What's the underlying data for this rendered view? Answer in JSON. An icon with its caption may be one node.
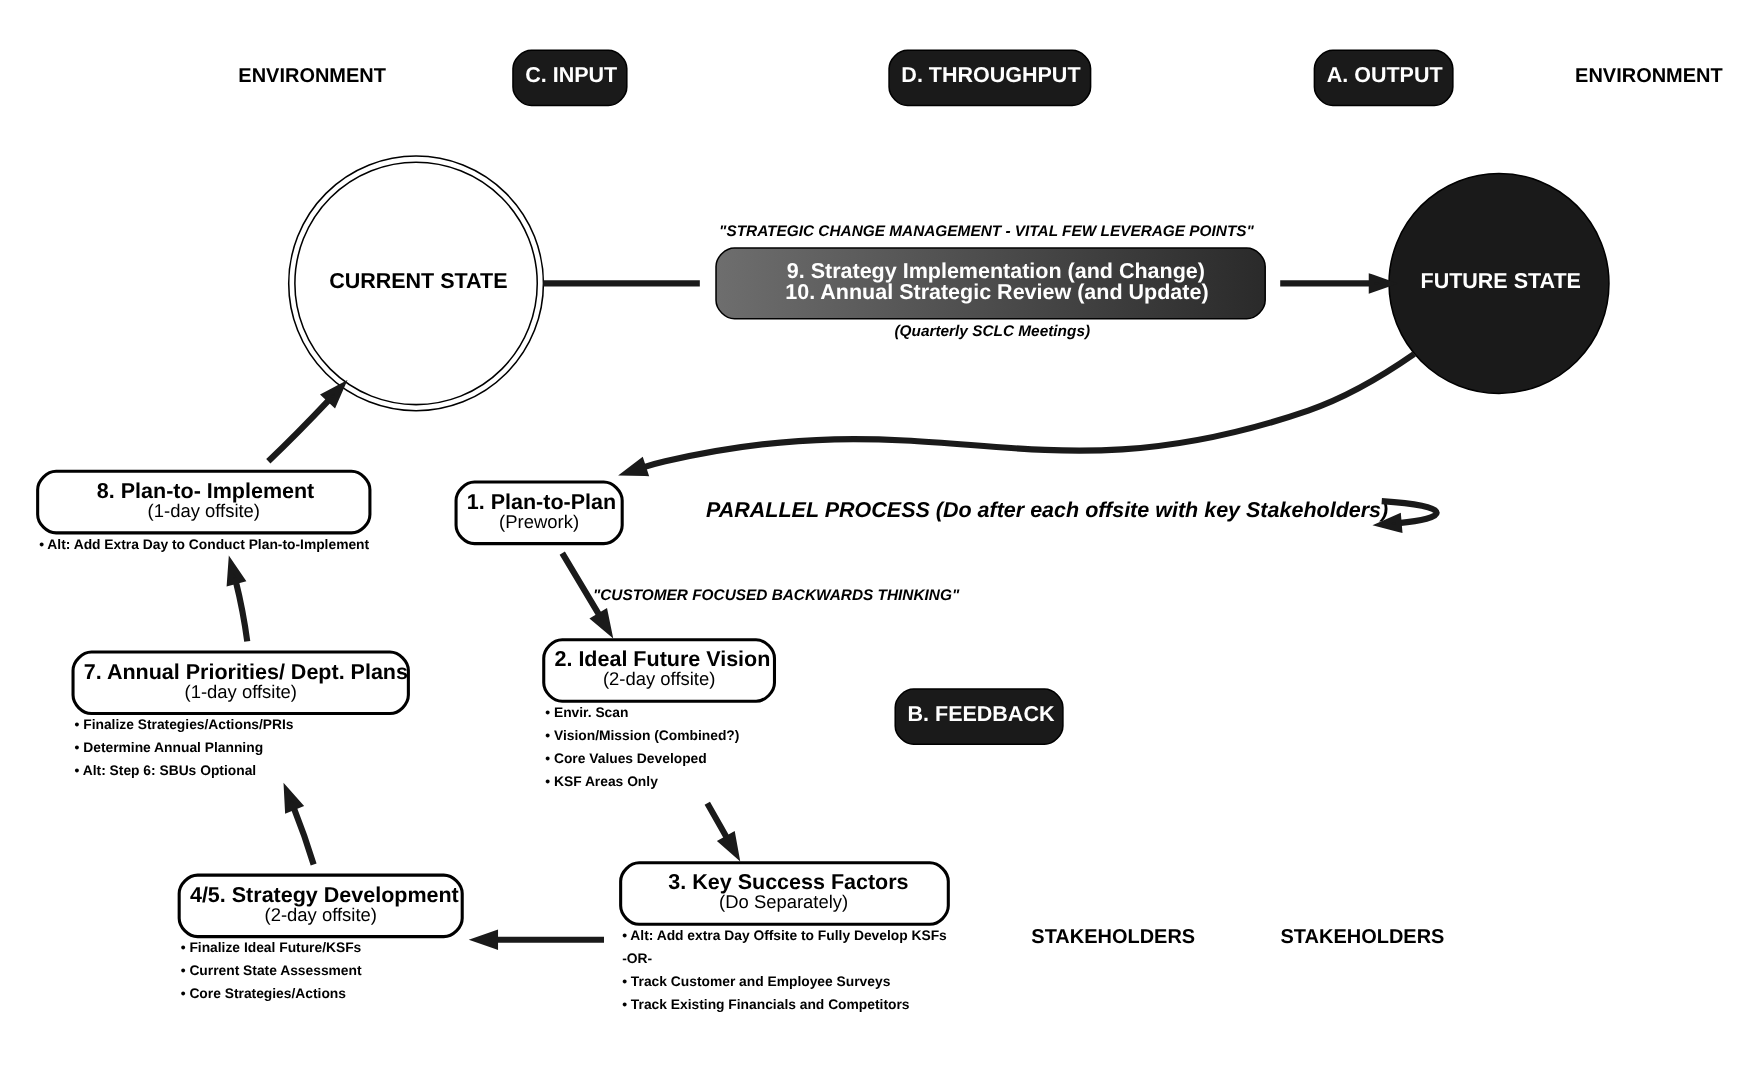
{
  "diagram": {
    "nodes": [
      {
        "text": [
          "C. INPUT"
        ]
      },
      {
        "text": [
          "D. THROUGHPUT"
        ]
      },
      {
        "text": [
          "A. OUTPUT"
        ]
      },
      {
        "text": [
          "CURRENT STATE"
        ]
      },
      {
        "text": [
          "9. Strategy Implementation (and Change)",
          "10. Annual Strategic Review (and Update)"
        ],
        "beside": [
          "\"STRATEGIC CHANGE MANAGEMENT - VITAL FEW LEVERAGE POINTS\"",
          "(Quarterly SCLC Meetings)"
        ]
      },
      {
        "text": [
          "FUTURE STATE"
        ]
      },
      {
        "text": [
          "8. Plan-to- Implement",
          "(1-day offsite)"
        ],
        "beside": [
          "• Alt: Add Extra Day to Conduct Plan-to-Implement"
        ]
      },
      {
        "text": [
          "PARALLEL PROCESS (Do after each offsite with key Stakeholders)"
        ]
      },
      {
        "text": [
          "1. Plan-to-Plan",
          "(Prework)"
        ]
      },
      {
        "text": [
          "7. Annual Priorities/ Dept. Plans",
          "(1-day offsite)"
        ],
        "beside": [
          "• Finalize Strategies/Actions/PRIs",
          "• Determine Annual Planning",
          "• Alt: Step 6: SBUs Optional"
        ]
      },
      {
        "text": [
          "2. Ideal Future Vision",
          "(2-day offsite)"
        ],
        "beside": [
          "• Envir. Scan",
          "• Vision/Mission (Combined?)",
          "• Core Values Developed",
          "• KSF Areas Only"
        ]
      },
      {
        "text": [
          "B. FEEDBACK"
        ]
      },
      {
        "text": [
          "4/5. Strategy Development",
          "(2-day offsite)"
        ],
        "beside": [
          "• Finalize Ideal Future/KSFs",
          "• Current State Assessment",
          "• Core Strategies/Actions"
        ]
      },
      {
        "text": [
          "3. Key Success Factors",
          "(Do Separately)"
        ],
        "beside": [
          "• Alt: Add extra Day Offsite to Fully Develop KSFs",
          "-OR-",
          "• Track Customer and Employee Surveys",
          "• Track Existing Financials and Competitors"
        ]
      }
    ],
    "edges": [
      {
        "from": 3,
        "to": 4,
        "arrow": "none"
      },
      {
        "from": 4,
        "to": 5,
        "arrow": "to"
      },
      {
        "from": 5,
        "to": 8,
        "arrow": "to"
      },
      {
        "from": 8,
        "to": 10,
        "arrow": "to",
        "label": "\"CUSTOMER FOCUSED BACKWARDS THINKING\""
      },
      {
        "from": 10,
        "to": 13,
        "arrow": "to"
      },
      {
        "from": 13,
        "to": 12,
        "arrow": "to"
      },
      {
        "from": 12,
        "to": 9,
        "arrow": "to"
      },
      {
        "from": 9,
        "to": 6,
        "arrow": "to"
      },
      {
        "from": 6,
        "to": 3,
        "arrow": "to"
      },
      {
        "from": 7,
        "to": 7,
        "arrow": "to"
      }
    ],
    "labels": [
      "ENVIRONMENT",
      "ENVIRONMENT",
      "STAKEHOLDERS",
      "STAKEHOLDERS"
    ]
  }
}
